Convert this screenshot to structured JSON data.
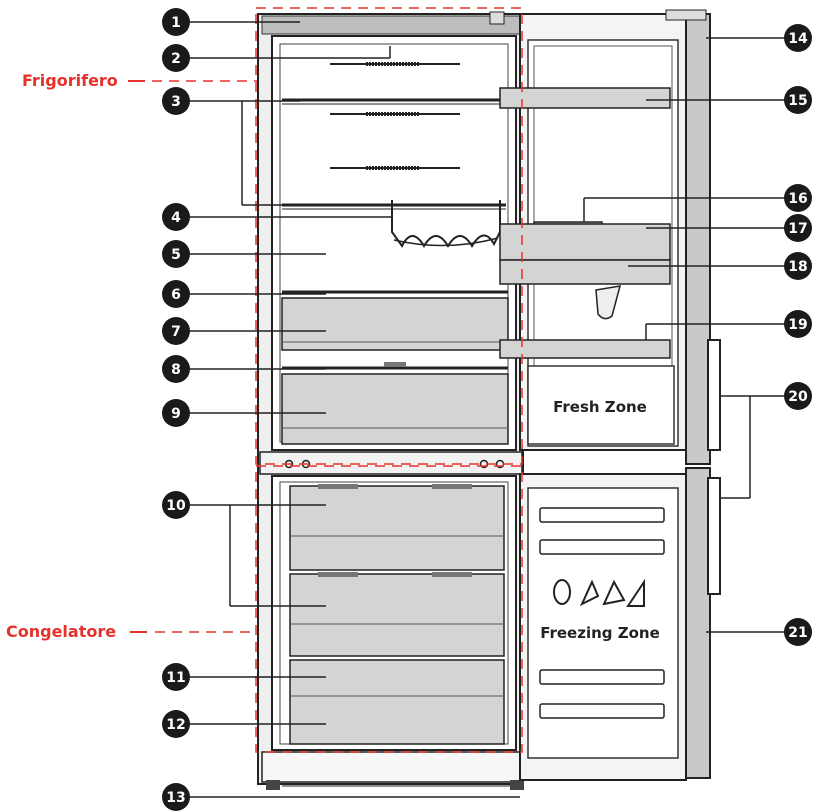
{
  "sections": {
    "fridge": "Frigorifero",
    "freezer": "Congelatore"
  },
  "zones": {
    "fresh": "Fresh Zone",
    "freezing": "Freezing Zone"
  },
  "callouts": [
    "1",
    "2",
    "3",
    "4",
    "5",
    "6",
    "7",
    "8",
    "9",
    "10",
    "11",
    "12",
    "13",
    "14",
    "15",
    "16",
    "17",
    "18",
    "19",
    "20",
    "21"
  ],
  "colors": {
    "accent": "#e5322d",
    "badge": "#1a1a1a",
    "steel": "#c9c9c9",
    "drawer": "#d4d4d4"
  }
}
